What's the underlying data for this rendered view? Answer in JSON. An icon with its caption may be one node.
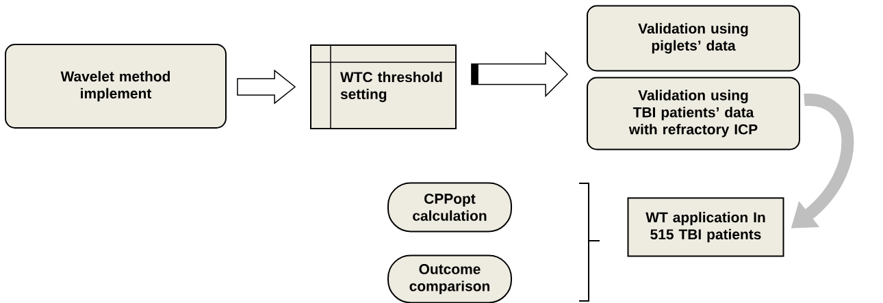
{
  "diagram": {
    "nodes": [
      {
        "text": [
          "Wavelet method implement"
        ]
      },
      {
        "text": [
          "WTC threshold setting"
        ]
      },
      {
        "text": [
          "Validation using piglets’ data"
        ]
      },
      {
        "text": [
          "Validation using TBI patients’ data with refractory ICP"
        ]
      },
      {
        "text": [
          "CPPopt calculation"
        ]
      },
      {
        "text": [
          "Outcome comparison"
        ]
      },
      {
        "text": [
          "WT application In 515 TBI patients"
        ]
      }
    ],
    "edges": [
      {
        "from": 0,
        "to": 1,
        "arrow": "to"
      },
      {
        "from": 1,
        "to": 2,
        "arrow": "to"
      },
      {
        "from": 1,
        "to": 3,
        "arrow": "to"
      },
      {
        "from": 3,
        "to": 6,
        "arrow": "to",
        "color": "#bfbfbf"
      }
    ]
  }
}
